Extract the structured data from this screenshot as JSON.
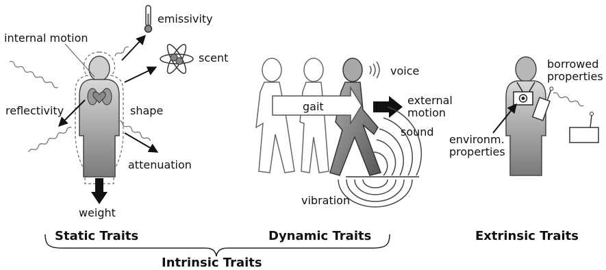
{
  "labels": {
    "internal_motion": "internal motion",
    "emissivity": "emissivity",
    "scent": "scent",
    "reflectivity": "reflectivity",
    "shape": "shape",
    "attenuation": "attenuation",
    "weight": "weight",
    "voice": "voice",
    "gait": "gait",
    "external_motion_1": "external",
    "external_motion_2": "motion",
    "sound": "sound",
    "vibration": "vibration",
    "borrowed_1": "borrowed",
    "borrowed_2": "properties",
    "environ_1": "environm.",
    "environ_2": "properties"
  },
  "headings": {
    "static": "Static Traits",
    "dynamic": "Dynamic Traits",
    "extrinsic": "Extrinsic Traits",
    "intrinsic": "Intrinsic Traits"
  }
}
